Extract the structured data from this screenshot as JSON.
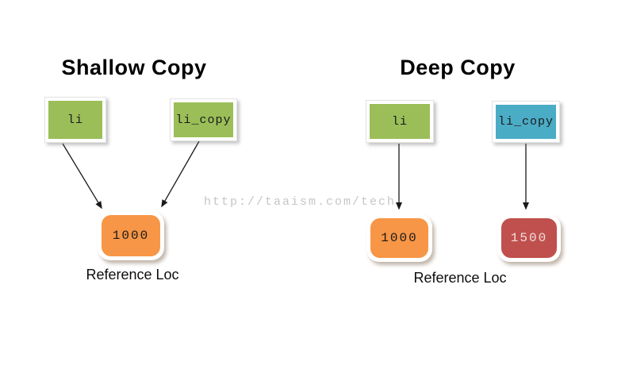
{
  "shallow": {
    "title": "Shallow Copy",
    "var1": "li",
    "var2": "li_copy",
    "ref_value": "1000",
    "ref_label": "Reference Loc"
  },
  "deep": {
    "title": "Deep Copy",
    "var1": "li",
    "var2": "li_copy",
    "ref_value1": "1000",
    "ref_value2": "1500",
    "ref_label": "Reference Loc"
  },
  "watermark": "http://taaism.com/tech",
  "colors": {
    "variable_green": "#9BBE58",
    "variable_blue": "#4BACC6",
    "memory_orange": "#F79646",
    "memory_red": "#C0504D",
    "memory_red_text": "#F2DEDE",
    "watermark_gray": "#C6C6C6",
    "arrow_black": "#1A1A1A"
  }
}
